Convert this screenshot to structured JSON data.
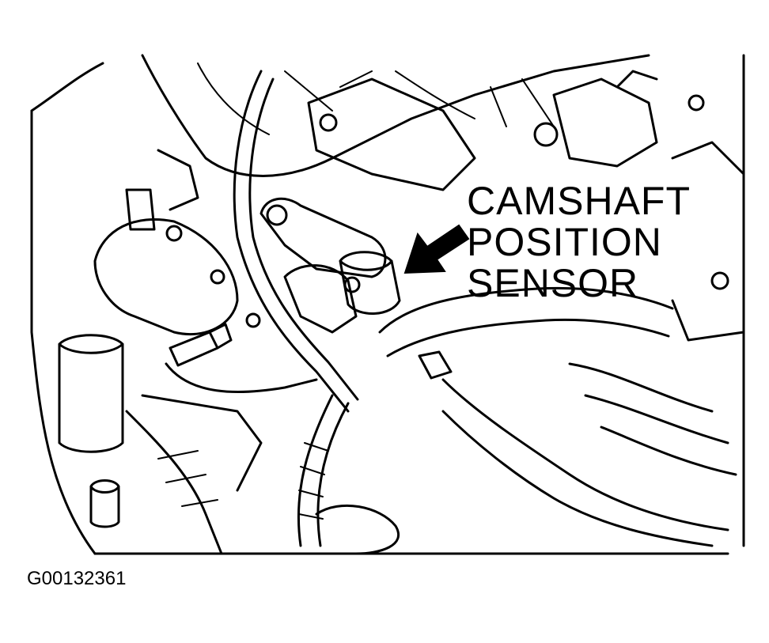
{
  "callout": {
    "lines": [
      "CAMSHAFT",
      "POSITION",
      "SENSOR"
    ]
  },
  "figure_id": "G00132361"
}
